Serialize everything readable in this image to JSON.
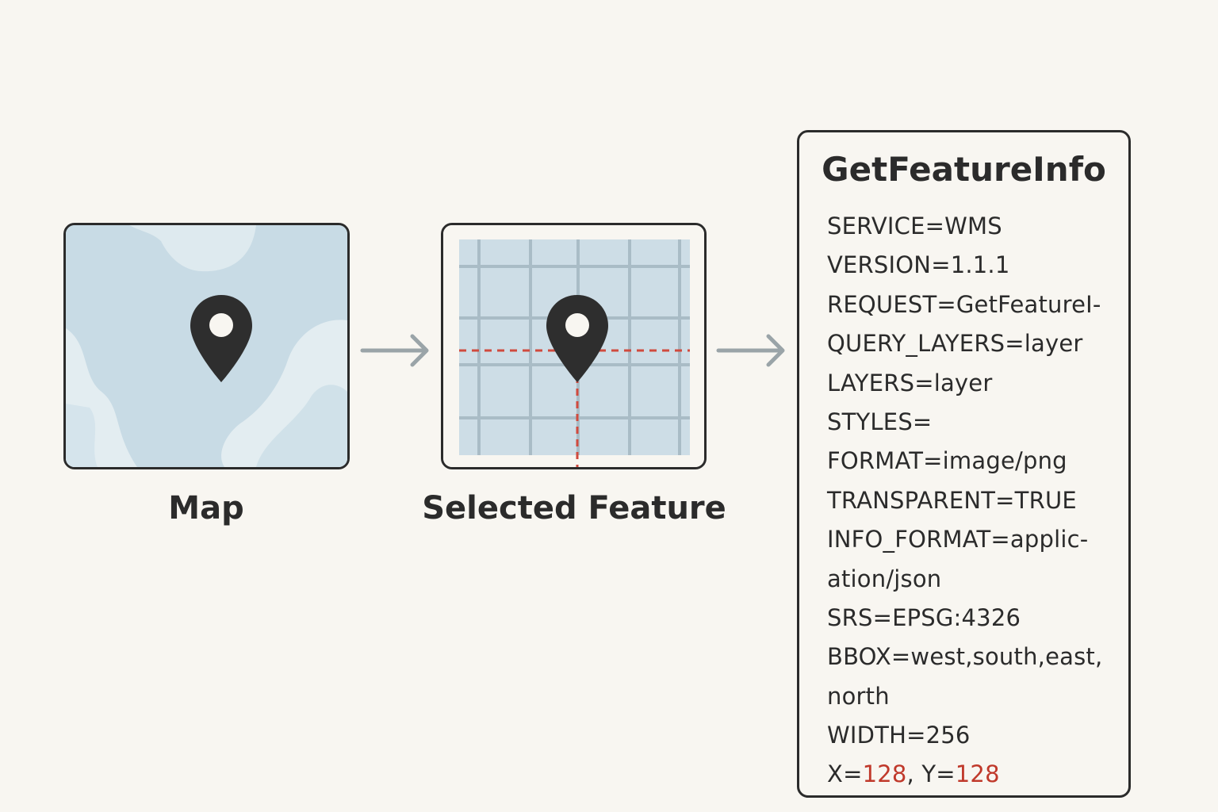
{
  "diagram": {
    "steps": [
      {
        "caption": "Map"
      },
      {
        "caption": "Selected Feature"
      }
    ],
    "request": {
      "title": "GetFeatureInfo",
      "lines": [
        "SERVICE=WMS",
        "VERSION=1.1.1",
        "REQUEST=GetFeatureI-",
        "QUERY_LAYERS=layer",
        "LAYERS=layer",
        "STYLES=",
        "FORMAT=image/png",
        "TRANSPARENT=TRUE",
        "INFO_FORMAT=applic-",
        "ation/json",
        "SRS=EPSG:4326",
        "BBOX=west,south,east,",
        "north",
        "WIDTH=256"
      ],
      "last_line": {
        "x_label": "X=",
        "x_value": "128",
        "separator": ", Y=",
        "y_value": "128"
      }
    },
    "icons": [
      "map-pin-icon",
      "map-pin-icon",
      "arrow-right-icon",
      "arrow-right-icon"
    ],
    "colors": {
      "border": "#2b2b2b",
      "map_water": "#c8dbe5",
      "map_land": "#e3edf1",
      "grid_line": "#a9bcc6",
      "crosshair": "#d04a3e",
      "arrow": "#9aa4a8",
      "highlight_value": "#c0392b"
    }
  }
}
